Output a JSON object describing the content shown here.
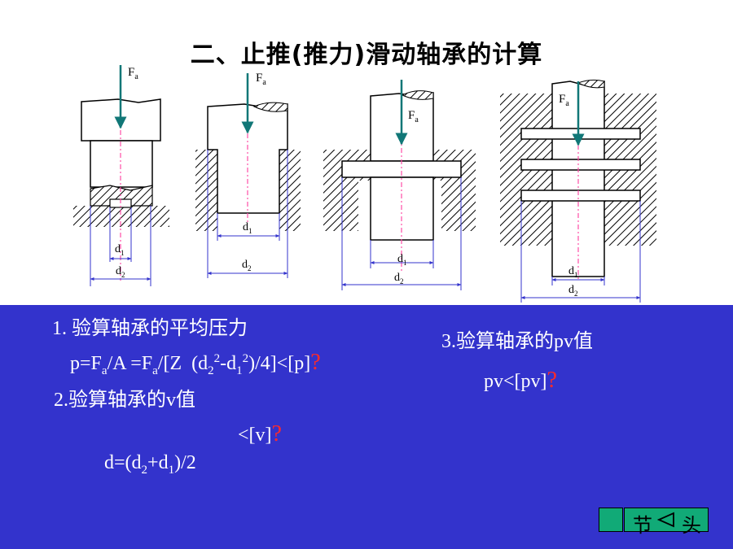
{
  "title": "二、止推(推力)滑动轴承的计算",
  "figure": {
    "force_label_main": "F",
    "force_label_sub": "a",
    "dim_inner_main": "d",
    "dim_inner_sub": "1",
    "dim_outer_main": "d",
    "dim_outer_sub": "2"
  },
  "formulas": {
    "item1_heading": "1. 验算轴承的平均压力",
    "item2_heading": "2.验算轴承的v值",
    "item2_condition": "<[v]",
    "item3_heading": "3.验算轴承的pv值",
    "item3_condition": "pv<[pv]",
    "question_mark": "?"
  },
  "nav": {
    "section_label": "节",
    "head_label": "头"
  },
  "colors": {
    "panel": "#3333cc",
    "force_arrow": "#117777",
    "axis_line": "#ff4da6",
    "dimension_line": "#3333cc",
    "nav_button": "#11aa77",
    "question": "#ff2a2a"
  }
}
